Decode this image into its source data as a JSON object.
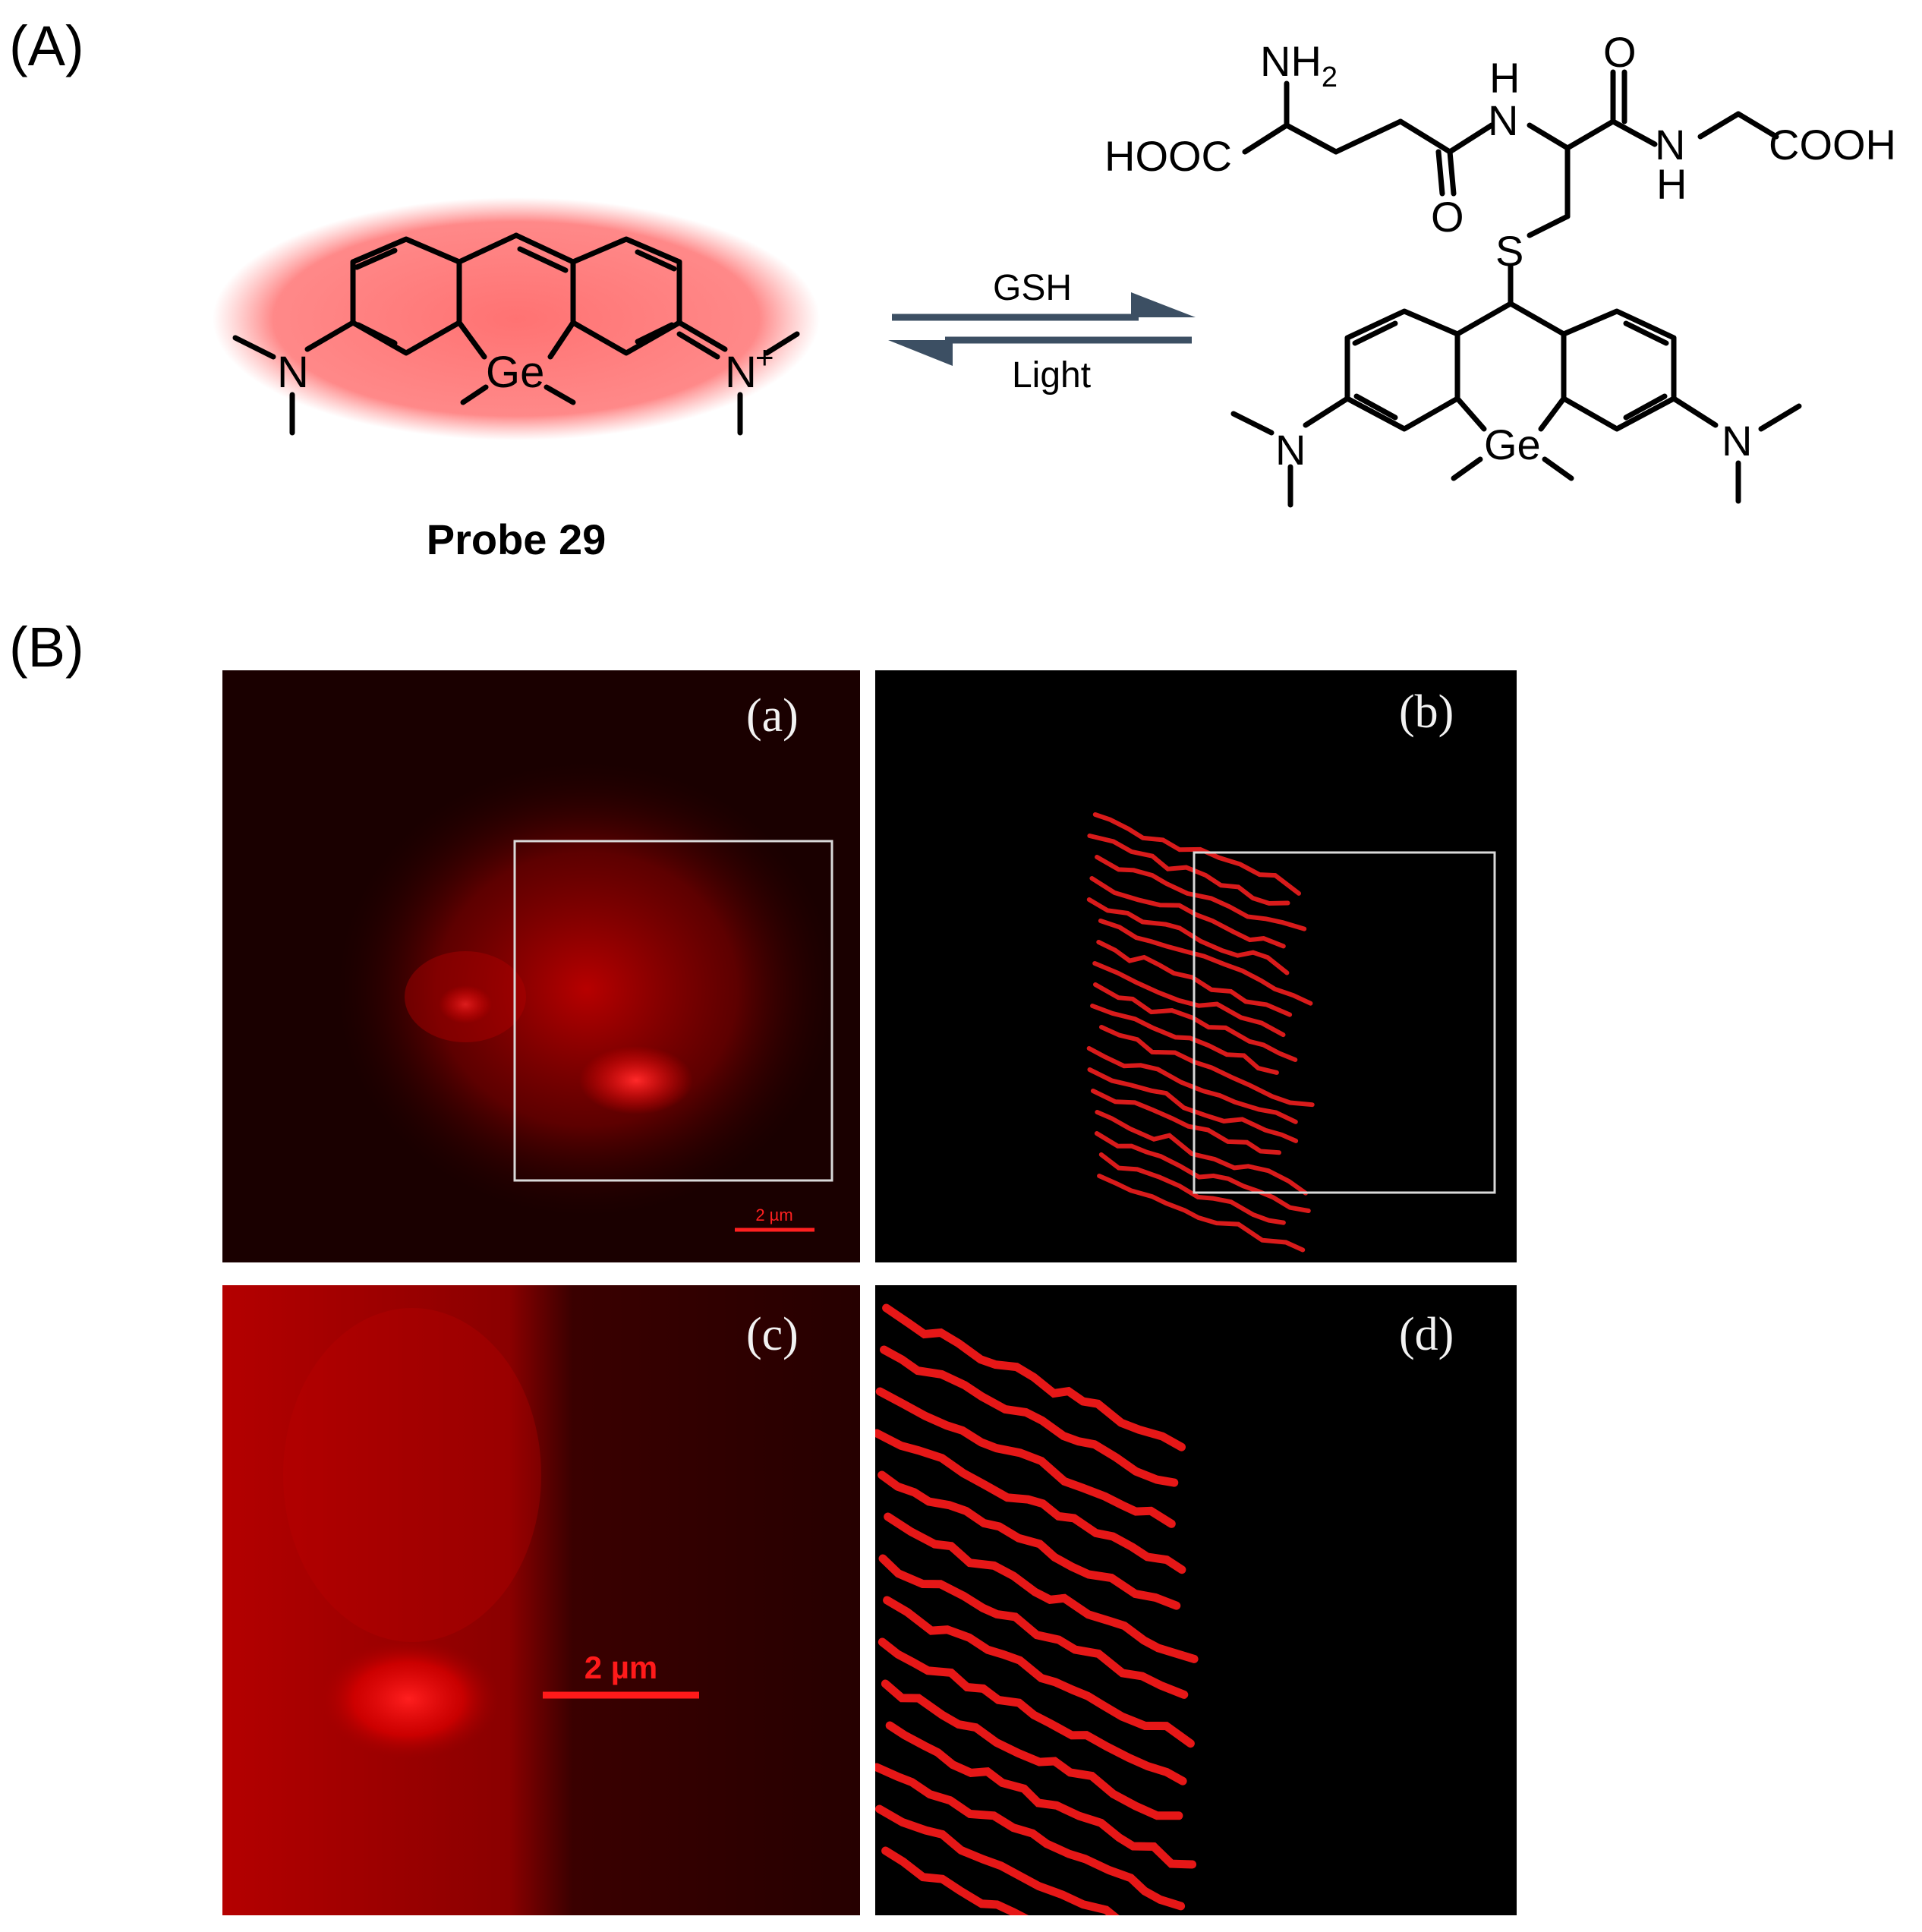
{
  "panels": {
    "a_label": "(A)",
    "b_label": "(B)"
  },
  "scheme": {
    "probe_name": "Probe 29",
    "forward_reagent": "GSH",
    "reverse_reagent": "Light",
    "atoms": {
      "ge": "Ge",
      "n": "N",
      "n_plus": "N",
      "plus": "+",
      "s": "S",
      "nh2": "NH",
      "nh2_sub": "2",
      "hooc": "HOOC",
      "cooh": "COOH",
      "h": "H",
      "o": "O"
    }
  },
  "images": {
    "sub_labels": [
      "(a)",
      "(b)",
      "(c)",
      "(d)"
    ],
    "scale_bar_small": "2 µm",
    "scale_bar_large": "2 µm"
  },
  "colors": {
    "probe_glow": "#ff6b6b",
    "arrow": "#3c4f63",
    "fluorescence": "#ff1a1a",
    "inset_box": "#d9d9d9"
  }
}
